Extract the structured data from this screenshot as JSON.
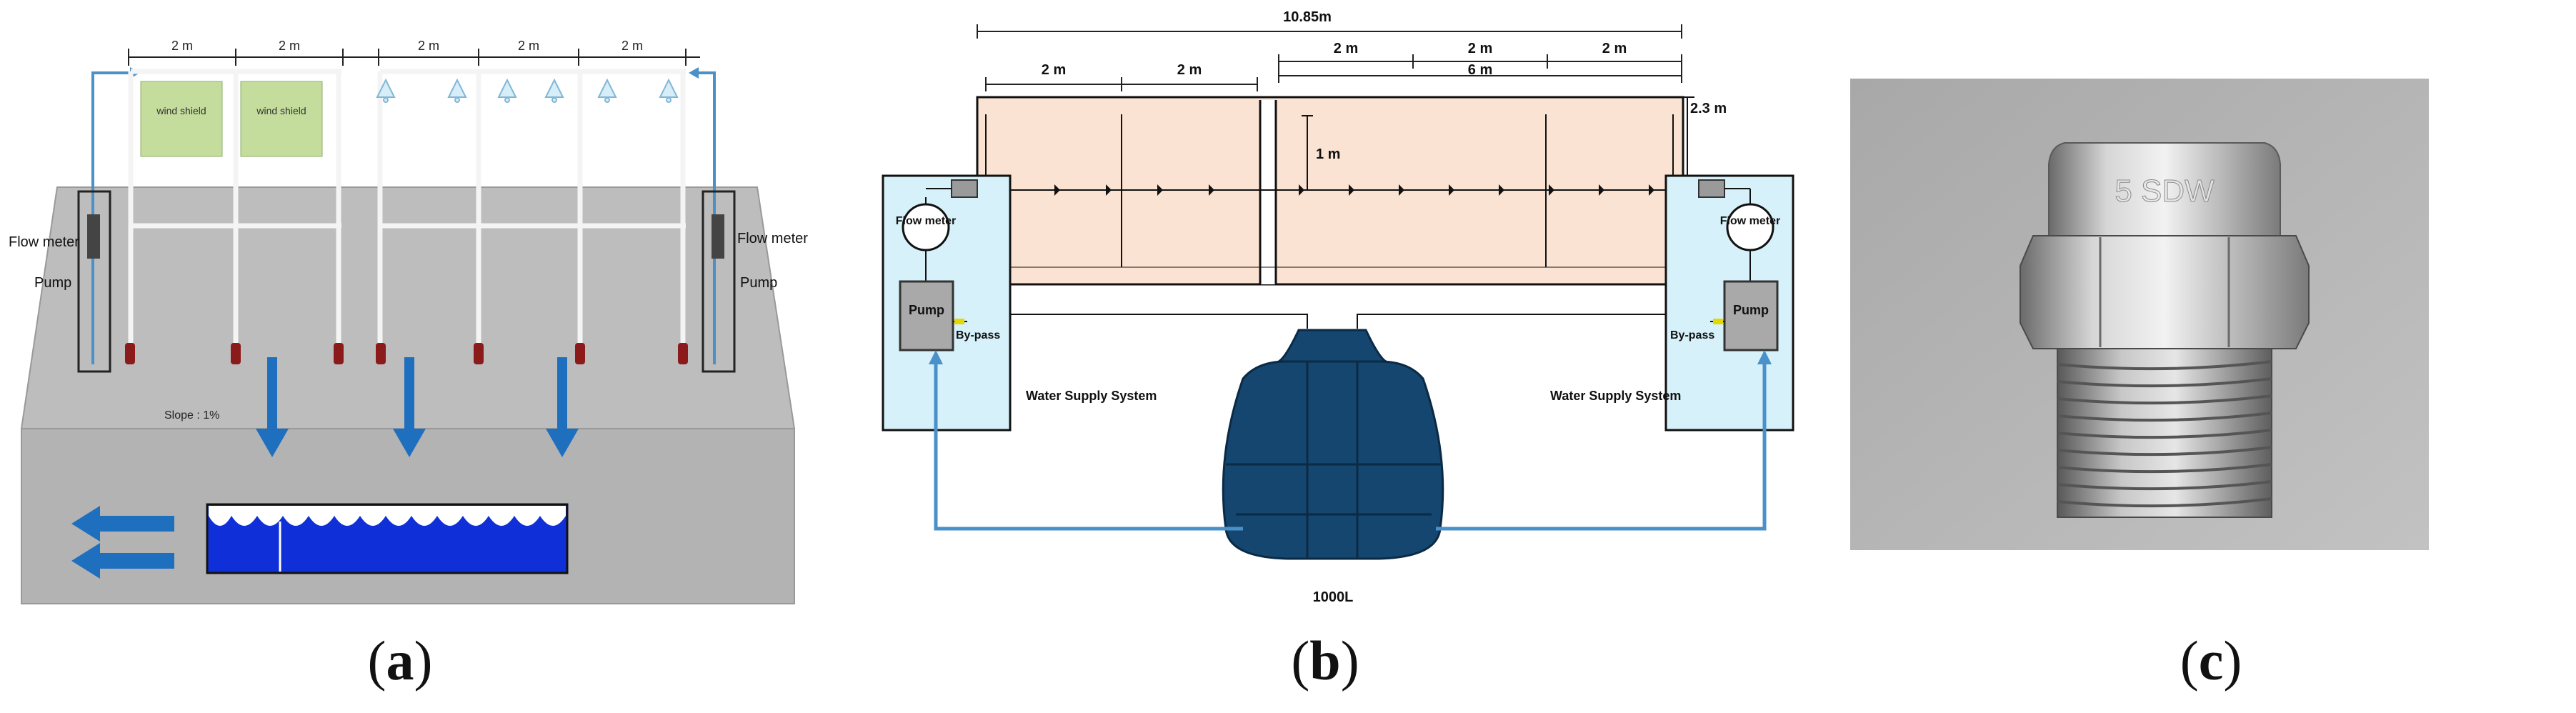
{
  "panel_a": {
    "dims": [
      "2 m",
      "2 m",
      "2 m",
      "2 m",
      "2 m"
    ],
    "wind_shield_label": "wind shield",
    "flow_meter_label": "Flow meter",
    "pump_label": "Pump",
    "slope_label": "Slope : 1%",
    "caption": "a"
  },
  "panel_b": {
    "total_length": "10.85m",
    "dims_top_left": [
      "2 m",
      "2 m"
    ],
    "dims_top_right": [
      "2 m",
      "2 m",
      "2 m"
    ],
    "dim_6m": "6 m",
    "dim_1m": "1 m",
    "dim_height": "2.3 m",
    "flow_meter_label": "Flow meter",
    "pump_label": "Pump",
    "bypass_label": "By-pass",
    "water_supply_label": "Water Supply System",
    "tank_label": "1000L",
    "caption": "b"
  },
  "panel_c": {
    "nozzle_engraving": "5 SDW",
    "caption": "c"
  },
  "colors": {
    "ground": "#bdbdbd",
    "pipe_blue": "#4a90c9",
    "arrow_blue": "#1f6fbf",
    "shield_green": "#c4dc9c",
    "trough_blue": "#0f2fd8",
    "test_area": "#fbe3d3",
    "supply_box": "#d6f1f9",
    "tank": "#14466f",
    "pump_box": "#a9a9a9",
    "valve_red": "#8b1a1a"
  }
}
